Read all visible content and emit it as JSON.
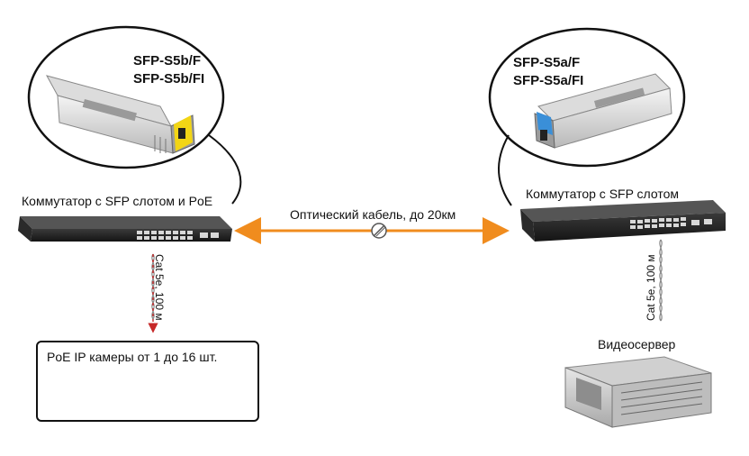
{
  "left_sfp": {
    "model_line1": "SFP-S5b/F",
    "model_line2": "SFP-S5b/FI",
    "accent_color": "#f2d515"
  },
  "right_sfp": {
    "model_line1": "SFP-S5a/F",
    "model_line2": "SFP-S5a/FI",
    "accent_color": "#3a8fd8"
  },
  "left_switch": {
    "label": "Коммутатор с SFP слотом и PoE"
  },
  "right_switch": {
    "label": "Коммутатор с SFP слотом"
  },
  "fiber": {
    "label": "Оптический кабель, до 20км",
    "color": "#f08c1e"
  },
  "left_copper": {
    "label": "Cat 5e, 100 м"
  },
  "right_copper": {
    "label": "Cat 5e, 100 м"
  },
  "cameras": {
    "label": "PoE IP камеры от 1 до 16 шт."
  },
  "server": {
    "label": "Видеосервер"
  }
}
